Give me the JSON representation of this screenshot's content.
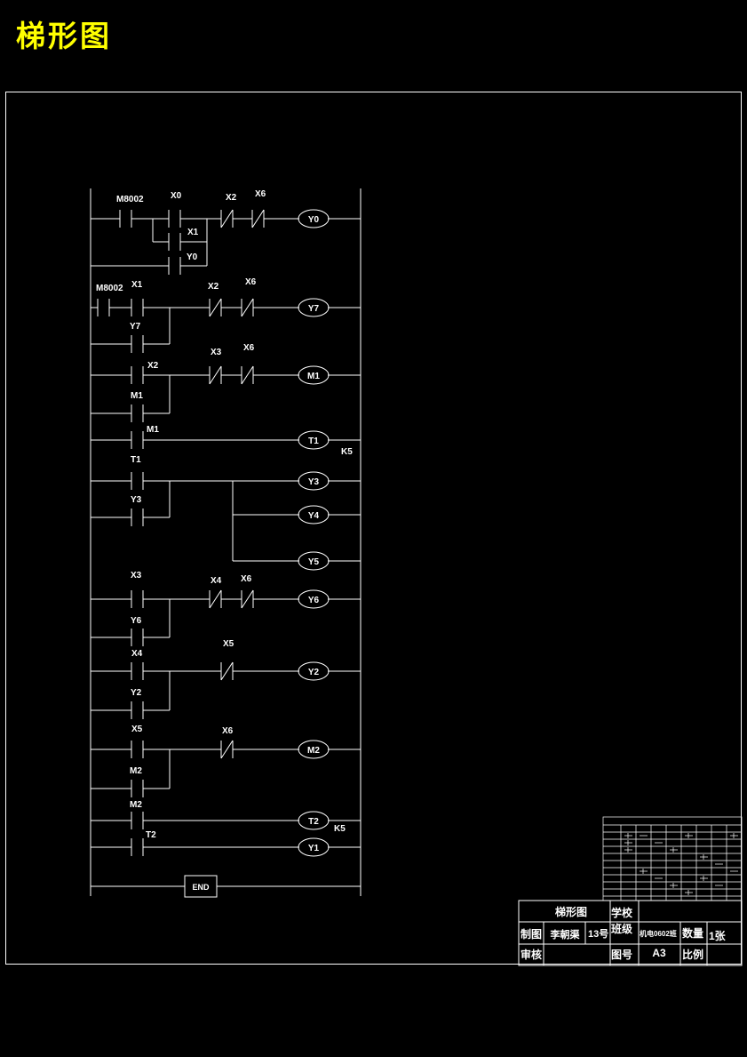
{
  "title": "梯形图",
  "rungs": {
    "r1": {
      "c1": "M8002",
      "c2": "X0",
      "c3": "X1",
      "c4": "Y0",
      "c5": "X2",
      "c6": "X6",
      "coil": "Y0"
    },
    "r2": {
      "c1": "M8002",
      "c2": "X1",
      "c3": "Y7",
      "c5": "X2",
      "c6": "X6",
      "coil": "Y7"
    },
    "r3": {
      "c1": "X2",
      "c2": "M1",
      "c5": "X3",
      "c6": "X6",
      "coil": "M1"
    },
    "r4": {
      "c1": "M1",
      "coil": "T1",
      "k": "K5"
    },
    "r5": {
      "c1": "T1",
      "c2": "Y3",
      "coil1": "Y3",
      "coil2": "Y4",
      "coil3": "Y5"
    },
    "r6": {
      "c1": "X3",
      "c2": "Y6",
      "c5": "X4",
      "c6": "X6",
      "coil": "Y6"
    },
    "r7": {
      "c1": "X4",
      "c2": "Y2",
      "c5": "X5",
      "coil": "Y2"
    },
    "r8": {
      "c1": "X5",
      "c2": "M2",
      "c5": "X6",
      "coil": "M2"
    },
    "r9": {
      "c1": "M2",
      "c2": "T2",
      "coil1": "T2",
      "k": "K5",
      "coil2": "Y1"
    },
    "end": "END"
  },
  "title_block": {
    "drawing_name": "梯形图",
    "school_label": "学校",
    "drawn_label": "制图",
    "drawn_by": "李朝渠",
    "number": "13号",
    "class_label": "班级",
    "class_value": "机电0602班",
    "quantity_label": "数量",
    "quantity_value": "1张",
    "review_label": "审核",
    "drawing_no_label": "图号",
    "drawing_no_value": "A3",
    "scale_label": "比例"
  },
  "colors": {
    "background": "#000000",
    "lines": "#ffffff",
    "title": "#ffff00"
  }
}
